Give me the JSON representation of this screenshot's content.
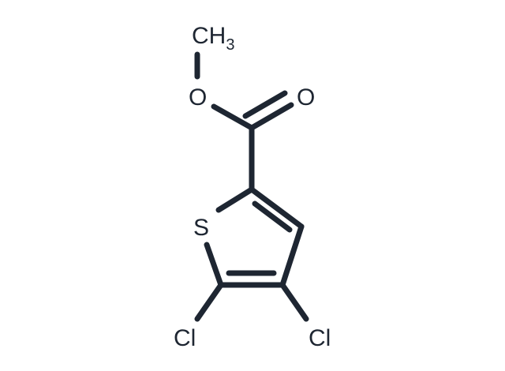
{
  "molecule": {
    "atoms": {
      "methyl": "CH",
      "methyl_subscript": "3",
      "ester_oxygen": "O",
      "carbonyl_oxygen": "O",
      "sulfur": "S",
      "chlorine_left": "Cl",
      "chlorine_right": "Cl"
    },
    "colors": {
      "bond": "#1e2632",
      "label": "#1e2632",
      "background": "#ffffff"
    }
  }
}
